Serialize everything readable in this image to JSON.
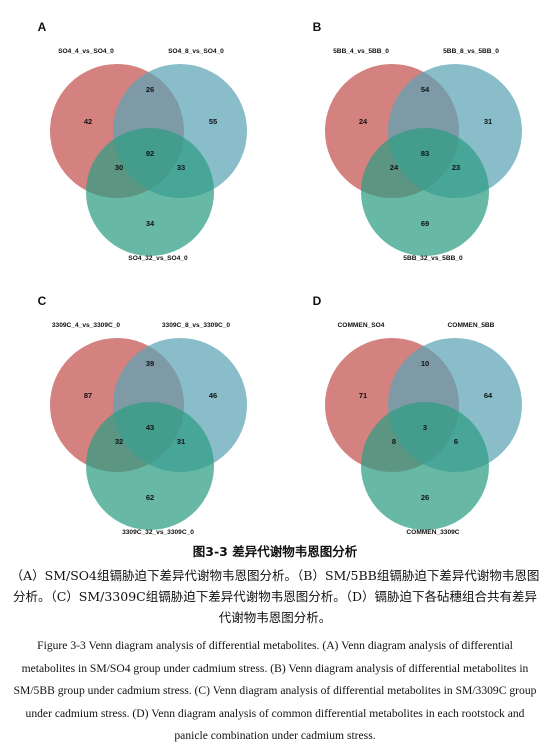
{
  "colors": {
    "set1": "#c2524d",
    "set2": "#5ba3b6",
    "set3": "#2e9c84",
    "text": "#111111"
  },
  "panels": [
    {
      "letter": "A",
      "sets": [
        "SO4_4_vs_SO4_0",
        "SO4_8_vs_SO4_0",
        "SO4_32_vs_SO4_0"
      ],
      "regions": {
        "only1": "42",
        "only2": "55",
        "only3": "34",
        "r12": "26",
        "r13": "30",
        "r23": "33",
        "r123": "92"
      }
    },
    {
      "letter": "B",
      "sets": [
        "5BB_4_vs_5BB_0",
        "5BB_8_vs_5BB_0",
        "5BB_32_vs_5BB_0"
      ],
      "regions": {
        "only1": "24",
        "only2": "31",
        "only3": "69",
        "r12": "54",
        "r13": "24",
        "r23": "23",
        "r123": "83"
      }
    },
    {
      "letter": "C",
      "sets": [
        "3309C_4_vs_3309C_0",
        "3309C_8_vs_3309C_0",
        "3309C_32_vs_3309C_0"
      ],
      "regions": {
        "only1": "87",
        "only2": "46",
        "only3": "62",
        "r12": "39",
        "r13": "32",
        "r23": "31",
        "r123": "43"
      }
    },
    {
      "letter": "D",
      "sets": [
        "COMMEN_SO4",
        "COMMEN_5BB",
        "COMMEN_3309C"
      ],
      "regions": {
        "only1": "71",
        "only2": "64",
        "only3": "26",
        "r12": "10",
        "r13": "8",
        "r23": "6",
        "r123": "3"
      }
    }
  ],
  "caption": {
    "title": "图3-3  差异代谢物韦恩图分析",
    "chinese": "（A）SM/SO4组镉胁迫下差异代谢物韦恩图分析。（B）SM/5BB组镉胁迫下差异代谢物韦恩图分析。（C）SM/3309C组镉胁迫下差异代谢物韦恩图分析。（D）镉胁迫下各砧穗组合共有差异代谢物韦恩图分析。",
    "english": "Figure 3-3 Venn diagram analysis of differential metabolites. (A) Venn diagram analysis of differential metabolites in SM/SO4 group under cadmium stress. (B) Venn diagram analysis of differential metabolites in SM/5BB group under cadmium stress. (C) Venn diagram analysis of differential metabolites in SM/3309C group under cadmium stress. (D) Venn diagram analysis of common differential metabolites in each rootstock and panicle combination under cadmium stress."
  }
}
